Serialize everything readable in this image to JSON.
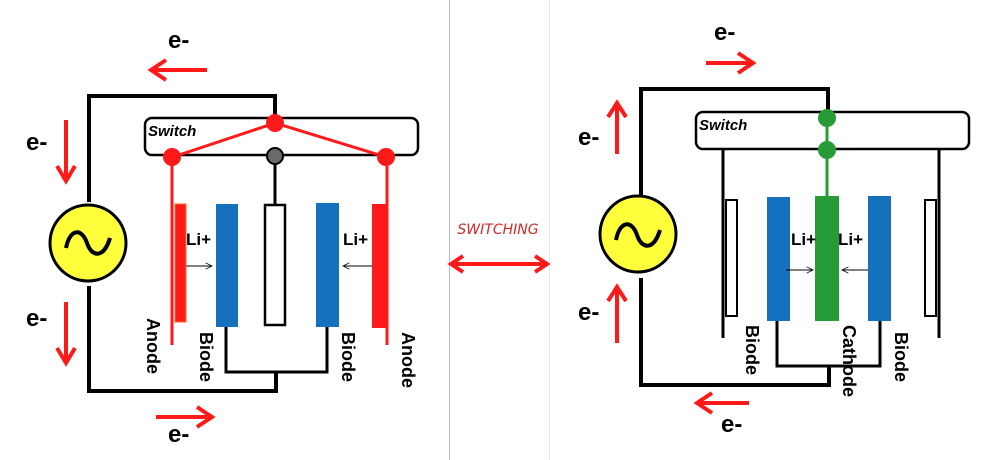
{
  "colors": {
    "wire": "#000000",
    "arrow": "#ff1a1a",
    "source_fill": "#ffff3c",
    "biode": "#1571bd",
    "anode": "#ff1a1a",
    "cathode": "#279b36",
    "neutral_node": "#6b6b6b",
    "switch_label": "#d22a2a"
  },
  "center": {
    "label": "SWITCHING"
  },
  "left_panel": {
    "switch_label": "Switch",
    "electron_labels": [
      "e-",
      "e-",
      "e-",
      "e-"
    ],
    "ion_labels": [
      "Li+",
      "Li+"
    ],
    "electrode_labels": [
      "Anode",
      "Biode",
      "Biode",
      "Anode"
    ]
  },
  "right_panel": {
    "switch_label": "Switch",
    "electron_labels": [
      "e-",
      "e-",
      "e-",
      "e-"
    ],
    "ion_labels": [
      "Li+",
      "Li+"
    ],
    "electrode_labels": [
      "Biode",
      "Cathode",
      "Biode"
    ]
  }
}
